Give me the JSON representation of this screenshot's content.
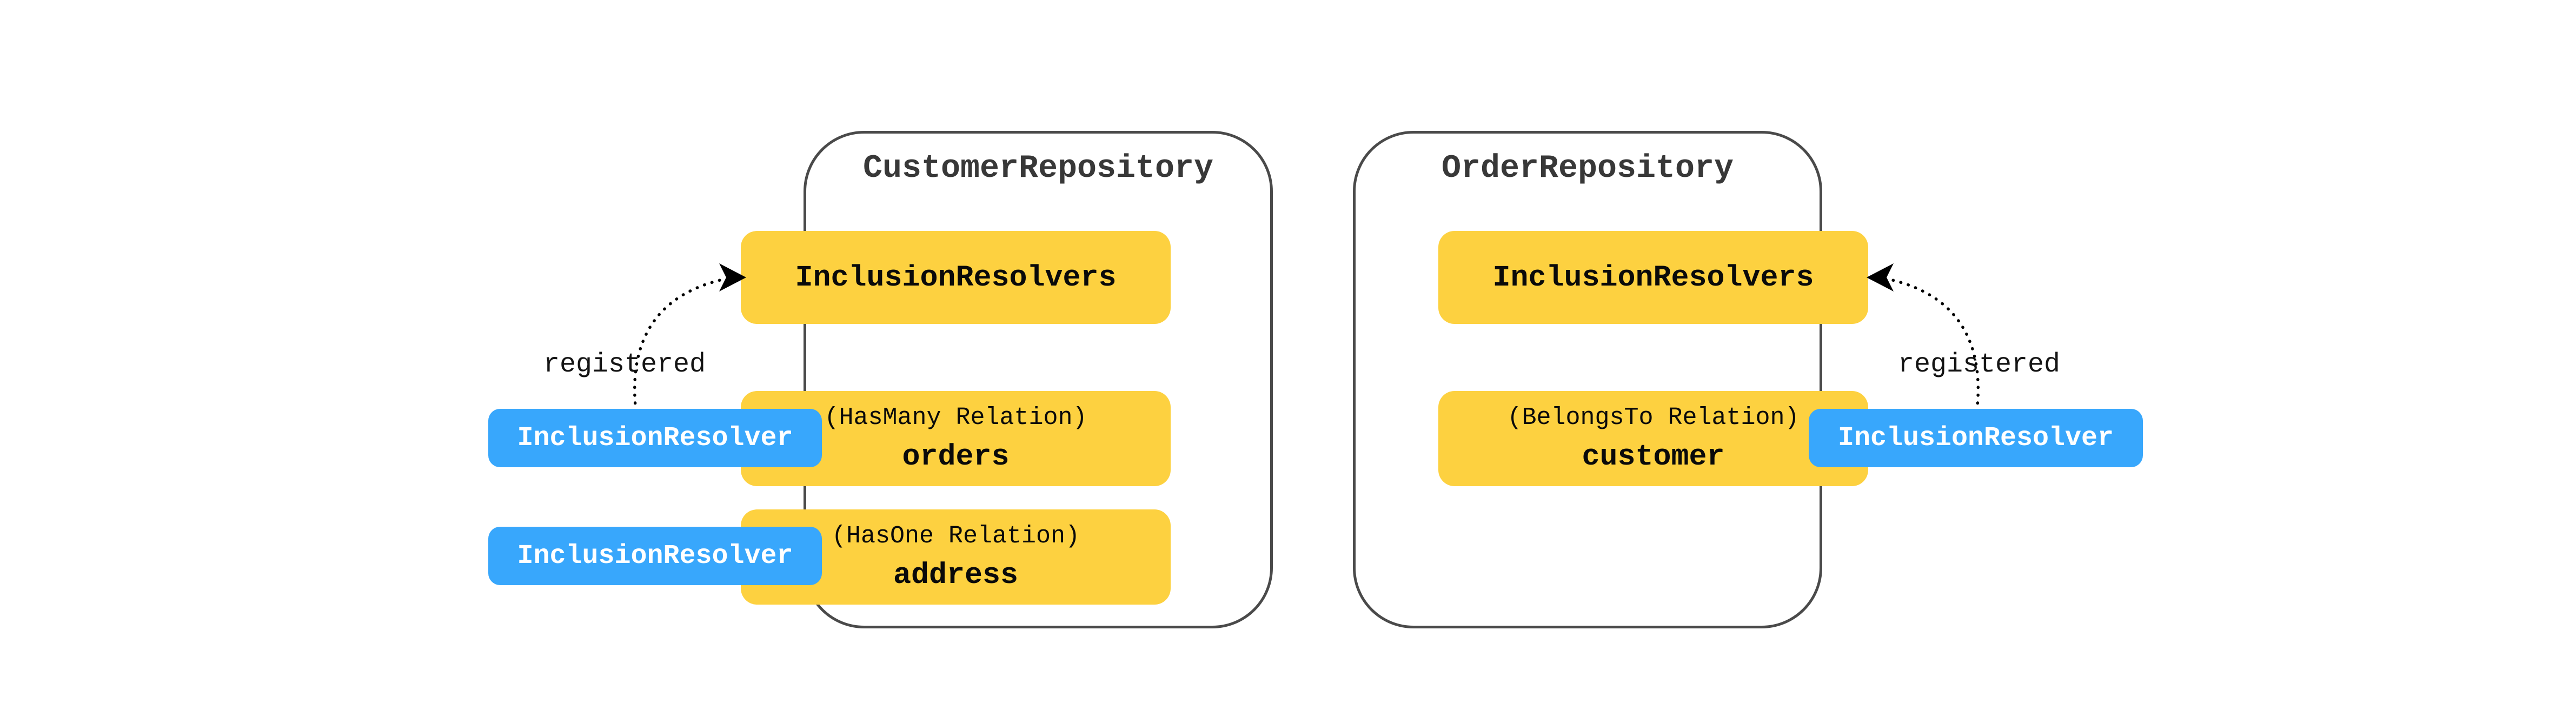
{
  "colors": {
    "yellow_box": "#fdd140",
    "blue_chip": "#38a7fc",
    "container_border": "#4a4a4a",
    "title_text": "#383838",
    "box_text": "#0a0a0a",
    "chip_text": "#ffffff",
    "arrow": "#000000",
    "background": "#ffffff"
  },
  "diagram": {
    "left_repo": {
      "title": "CustomerRepository",
      "resolvers_label": "InclusionResolvers",
      "relation1_type": "(HasMany Relation)",
      "relation1_name": "orders",
      "relation2_type": "(HasOne Relation)",
      "relation2_name": "address",
      "chip1_label": "InclusionResolver",
      "chip2_label": "InclusionResolver",
      "edge_label": "registered"
    },
    "right_repo": {
      "title": "OrderRepository",
      "resolvers_label": "InclusionResolvers",
      "relation1_type": "(BelongsTo Relation)",
      "relation1_name": "customer",
      "chip1_label": "InclusionResolver",
      "edge_label": "registered"
    }
  }
}
